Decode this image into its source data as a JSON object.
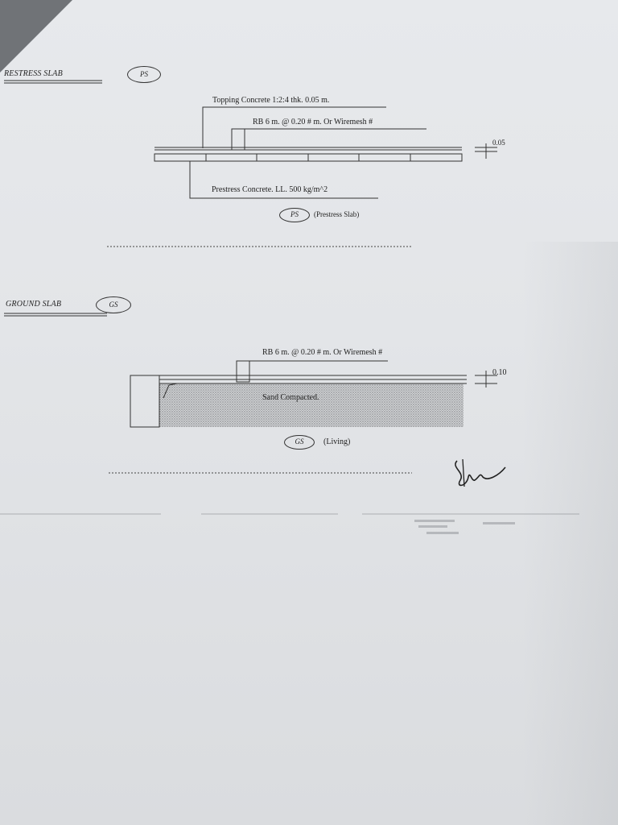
{
  "prestress_section": {
    "heading": "RESTRESS SLAB",
    "tag": "PS",
    "topping_label": "Topping Concrete 1:2:4 thk. 0.05 m.",
    "rebar_label": "RB 6 m. @ 0.20 # m. Or Wiremesh #",
    "thickness_label": "0.05",
    "concrete_label": "Prestress Concrete. LL. 500 kg/m^2",
    "caption_tag": "PS",
    "caption_text": "(Prestress Slab)"
  },
  "ground_section": {
    "heading": "GROUND SLAB",
    "tag": "GS",
    "rebar_label": "RB 6 m. @ 0.20 # m. Or Wiremesh #",
    "thickness_label": "0.10",
    "fill_label": "Sand Compacted.",
    "caption_tag": "GS",
    "caption_text": "(Living)"
  },
  "colors": {
    "ink": "#222222",
    "paper": "#e5e7ea"
  }
}
